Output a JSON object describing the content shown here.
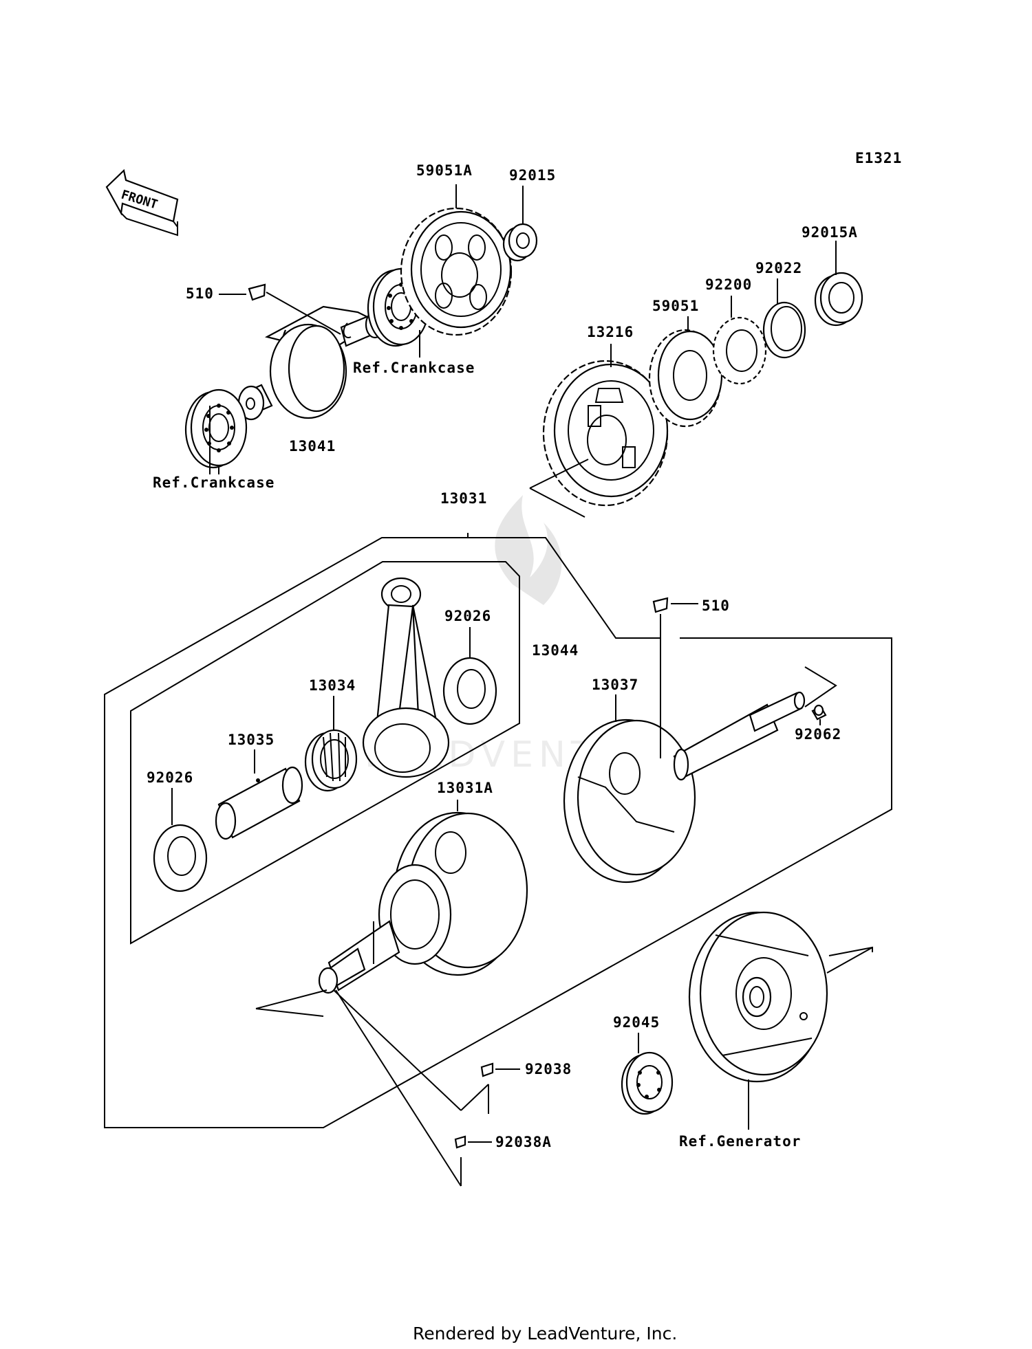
{
  "diagram_id": "E1321",
  "front_label": "FRONT",
  "watermark": "LEADVENTURE",
  "footer": "Rendered by LeadVenture, Inc.",
  "callouts": {
    "c_59051A": "59051A",
    "c_92015": "92015",
    "c_92015A": "92015A",
    "c_92022": "92022",
    "c_92200": "92200",
    "c_59051": "59051",
    "c_13216": "13216",
    "c_510_top": "510",
    "c_ref_crankcase_top": "Ref.Crankcase",
    "c_13041": "13041",
    "c_ref_crankcase_bottom": "Ref.Crankcase",
    "c_13031": "13031",
    "c_92026_top": "92026",
    "c_13044": "13044",
    "c_510_mid": "510",
    "c_13037": "13037",
    "c_92062": "92062",
    "c_13034": "13034",
    "c_13035": "13035",
    "c_92026_left": "92026",
    "c_13031A": "13031A",
    "c_92045": "92045",
    "c_92038": "92038",
    "c_92038A": "92038A",
    "c_ref_generator": "Ref.Generator"
  }
}
